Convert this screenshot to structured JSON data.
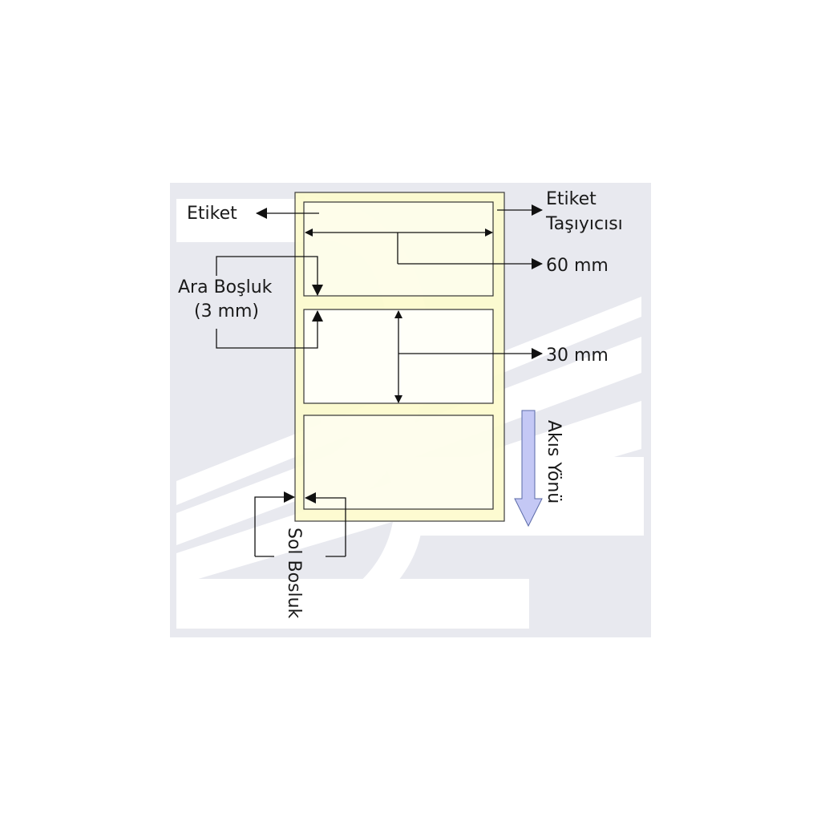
{
  "diagram": {
    "background_color": "#e8e9ef",
    "carrier_color": "#fdfbcf",
    "flow_arrow_color": "#c4c8f5",
    "labels": {
      "label": "Etiket",
      "carrier_line1": "Etiket",
      "carrier_line2": "Taşıyıcısı",
      "gap_line1": "Ara Boşluk",
      "gap_line2": "(3 mm)",
      "width": "60 mm",
      "height": "30 mm",
      "flow_direction": "Akıs Yönü",
      "left_margin": "Sol Bosluk"
    }
  }
}
